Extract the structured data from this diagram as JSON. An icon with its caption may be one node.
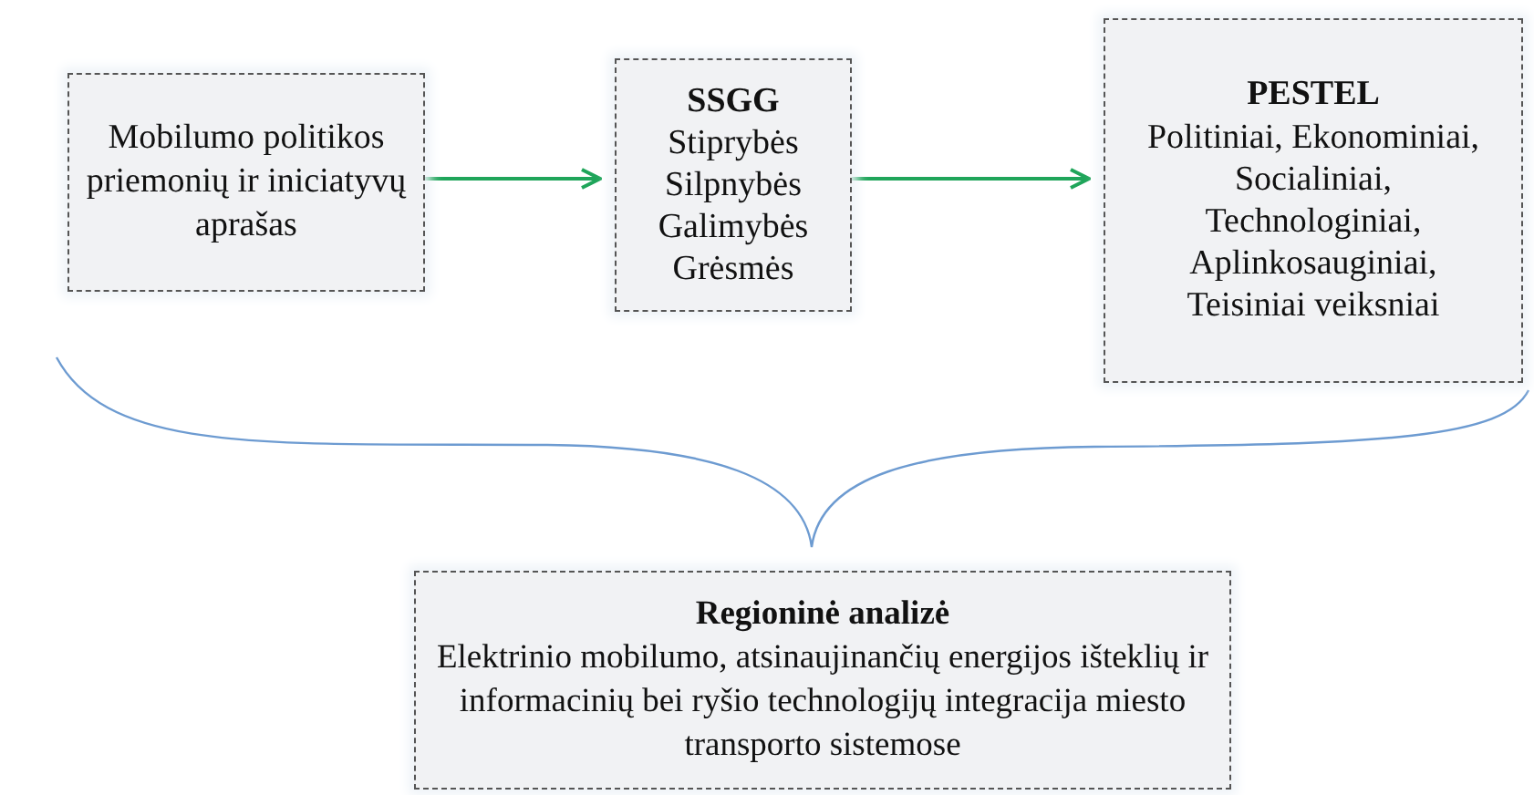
{
  "diagram": {
    "nodes": [
      {
        "text": [
          "Mobilumo politikos priemonių ir iniciatyvų aprašas"
        ]
      },
      {
        "text": [
          "SSGG",
          "Stiprybės Silpnybės Galimybės Grėsmės"
        ]
      },
      {
        "text": [
          "PESTEL",
          "Politiniai, Ekonominiai, Socialiniai, Technologiniai, Aplinkosauginiai, Teisiniai veiksniai"
        ]
      },
      {
        "text": [
          "Regioninė analizė",
          "Elektrinio mobilumo, atsinaujinančių energijos išteklių ir informacinių bei ryšio technologijų integracija miesto transporto sistemose"
        ]
      }
    ],
    "edges": [
      {
        "from": 0,
        "to": 1,
        "arrow": "to"
      },
      {
        "from": 1,
        "to": 2,
        "arrow": "to"
      }
    ]
  }
}
